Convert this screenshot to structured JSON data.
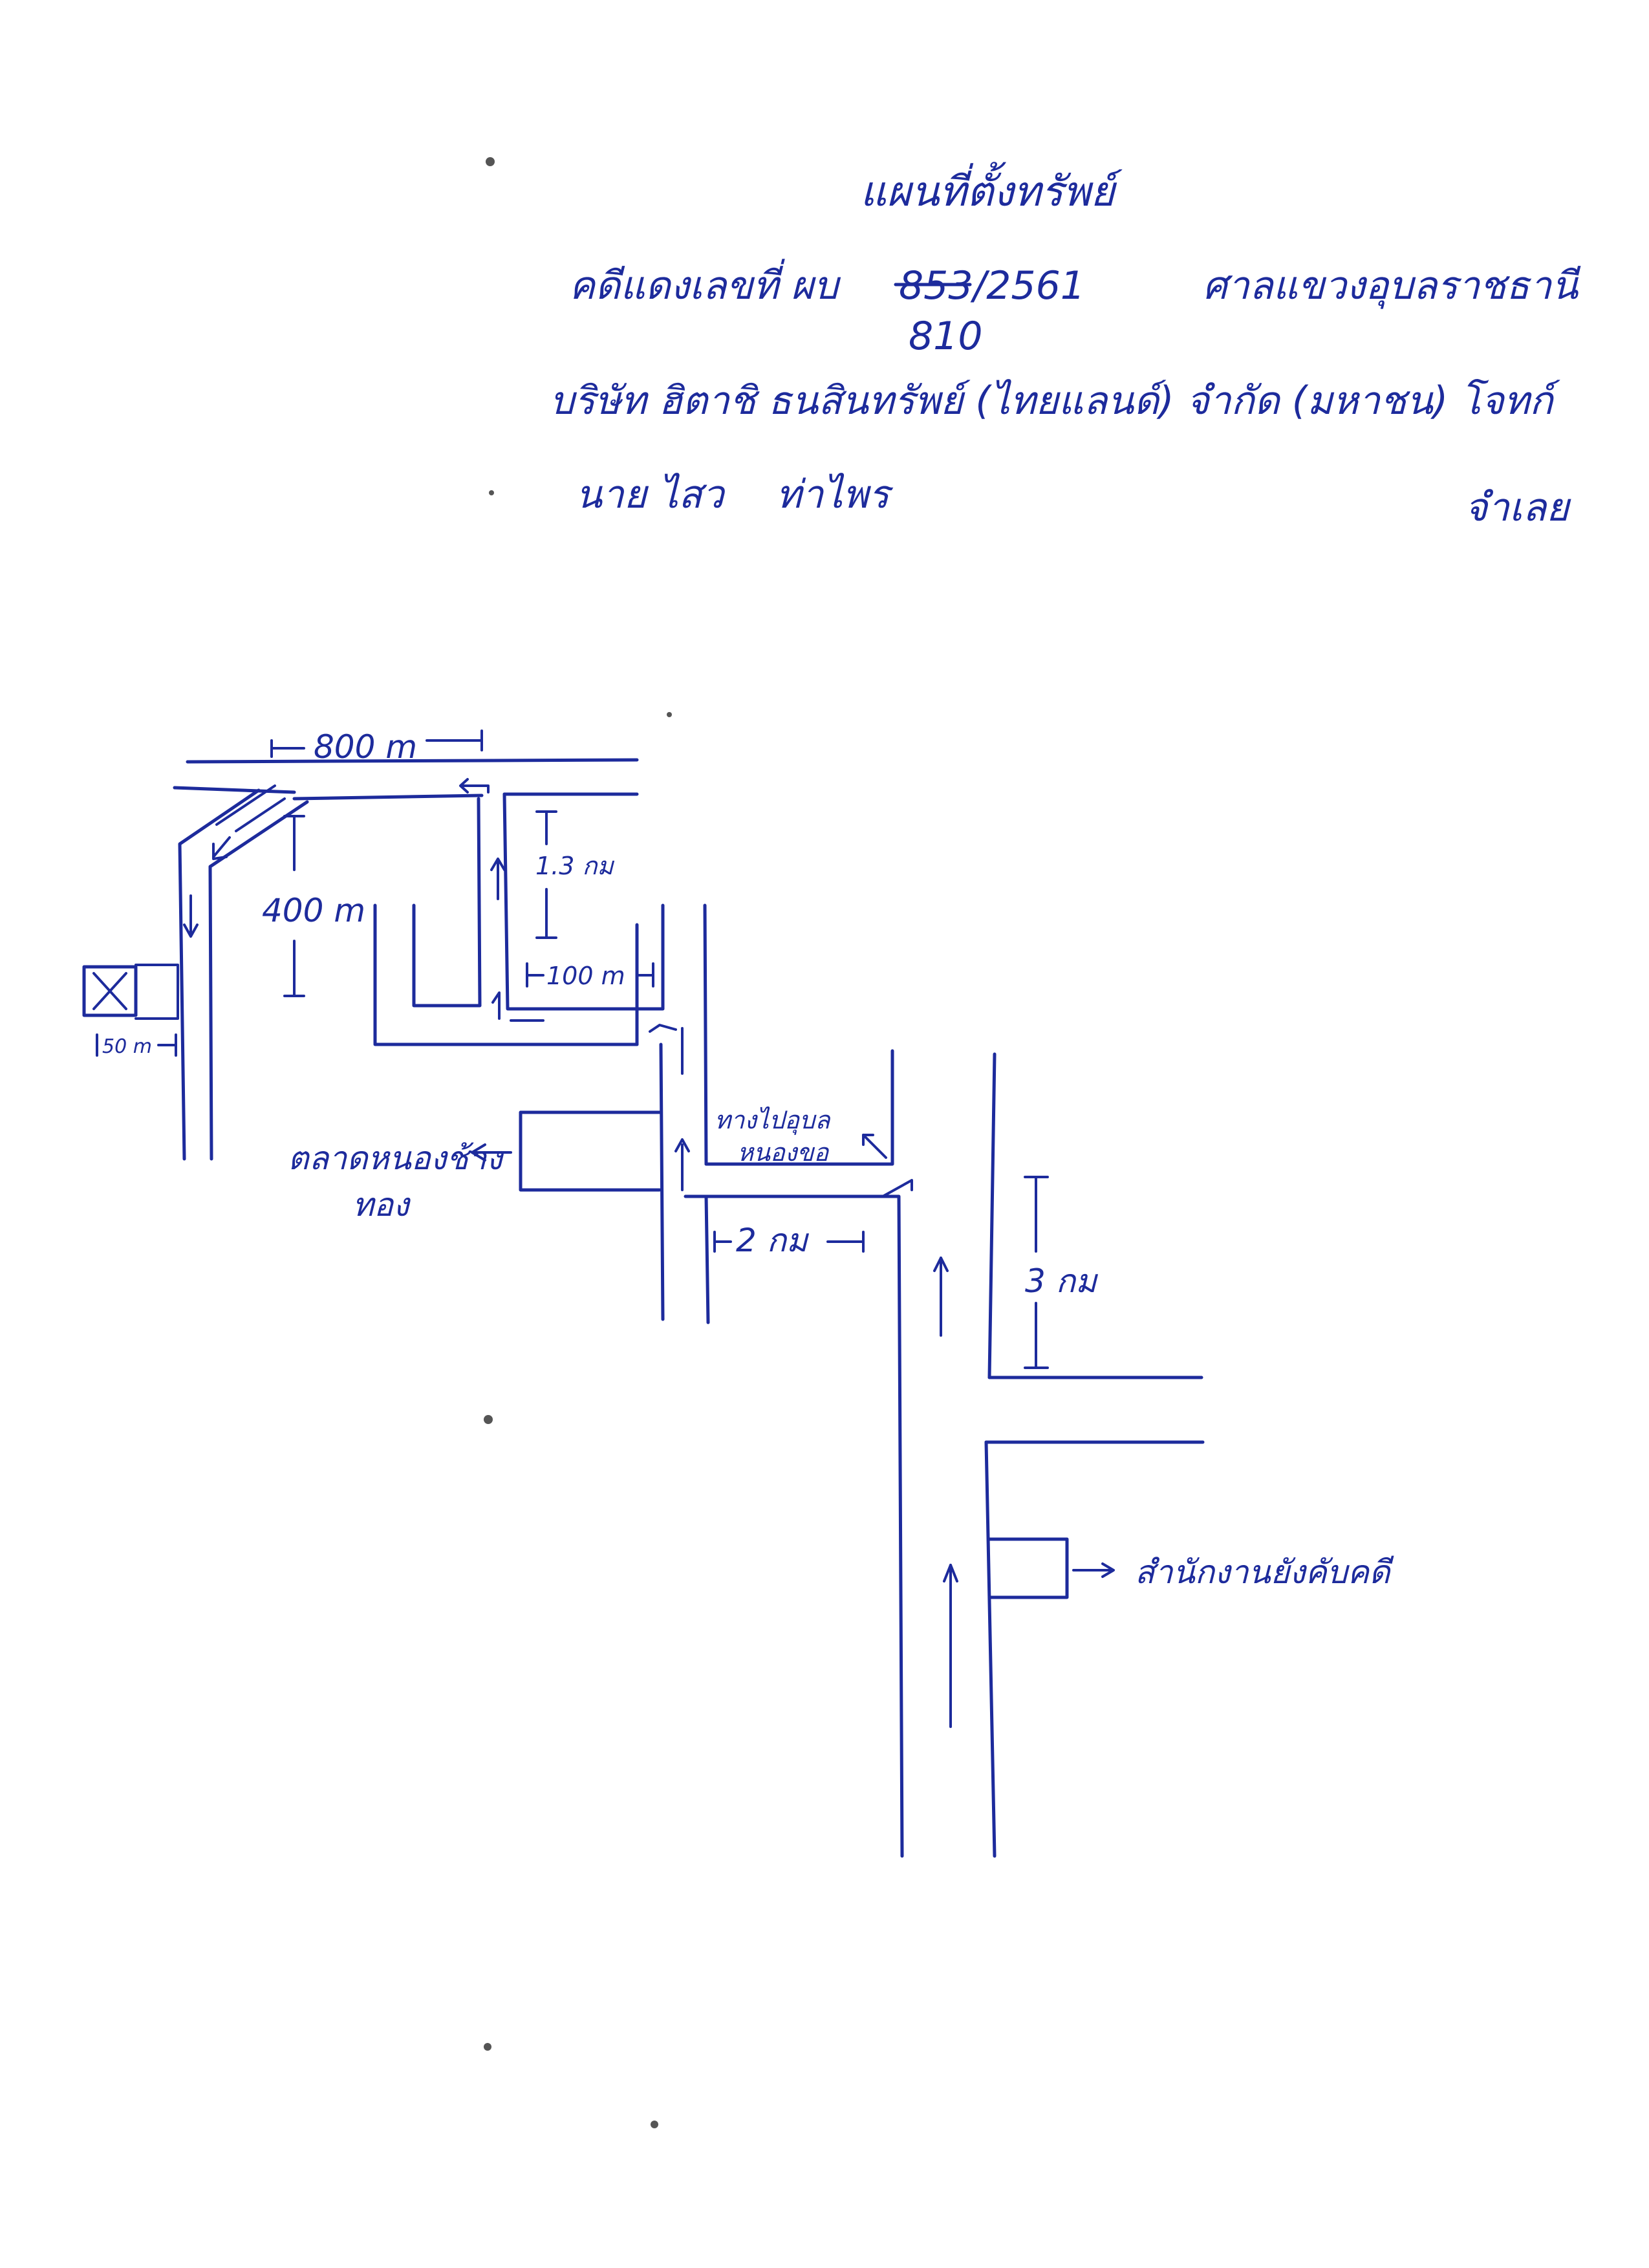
{
  "header": {
    "title": "แผนที่ตั้งทรัพย์",
    "case_prefix": "คดีแดงเลขที่ ผบ",
    "case_number_struck": "853",
    "case_number_corrected": "810",
    "case_year": "/2561",
    "court": "ศาลแขวงอุบลราชธานี",
    "company": "บริษัท ฮิตาชิ ธนสินทรัพย์ (ไทยแลนด์) จำกัด (มหาชน) โจทก์",
    "defendant_1": "นาย ไสว",
    "defendant_2": "ท่าไพร",
    "defendant_role": "จำเลย"
  },
  "map": {
    "distances": {
      "top_road": "800 m",
      "vertical_left": "400 m",
      "vertical_mid": "1.3 กม",
      "short_segment": "100 m",
      "property_offset": "50 m",
      "middle_segment": "2 กม",
      "right_segment": "3 กม"
    },
    "labels": {
      "towards_ubon": "ทางไปอุบล",
      "towards_nongkhai": "หนองขอ",
      "market_left_1": "ตลาดหนองช้าง",
      "market_left_2": "ทอง",
      "office_label": "สำนักงานยังคับคดี"
    },
    "icons": [
      "property-marker-icon",
      "direction-arrow-icon"
    ]
  }
}
